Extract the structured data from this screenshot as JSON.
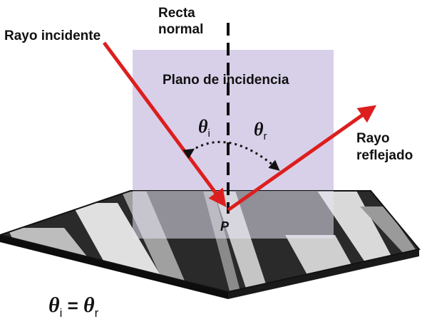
{
  "labels": {
    "normal_line_1": "Recta",
    "normal_line_2": "normal",
    "incident_ray": "Rayo incidente",
    "plane": "Plano de incidencia",
    "reflected_ray_1": "Rayo",
    "reflected_ray_2": "reflejado",
    "point": "P"
  },
  "angles": {
    "theta": "θ",
    "incident_sub": "i",
    "reflected_sub": "r"
  },
  "equation": {
    "lhs": "θ",
    "lhs_sub": "i",
    "equals": " = ",
    "rhs": "θ",
    "rhs_sub": "r"
  },
  "colors": {
    "ray": "#dd1e1e",
    "plane": "#d6cde8",
    "surface_dark": "#2a2a2a",
    "surface_light": "#cfcfcf",
    "surface_edge": "#111111"
  }
}
